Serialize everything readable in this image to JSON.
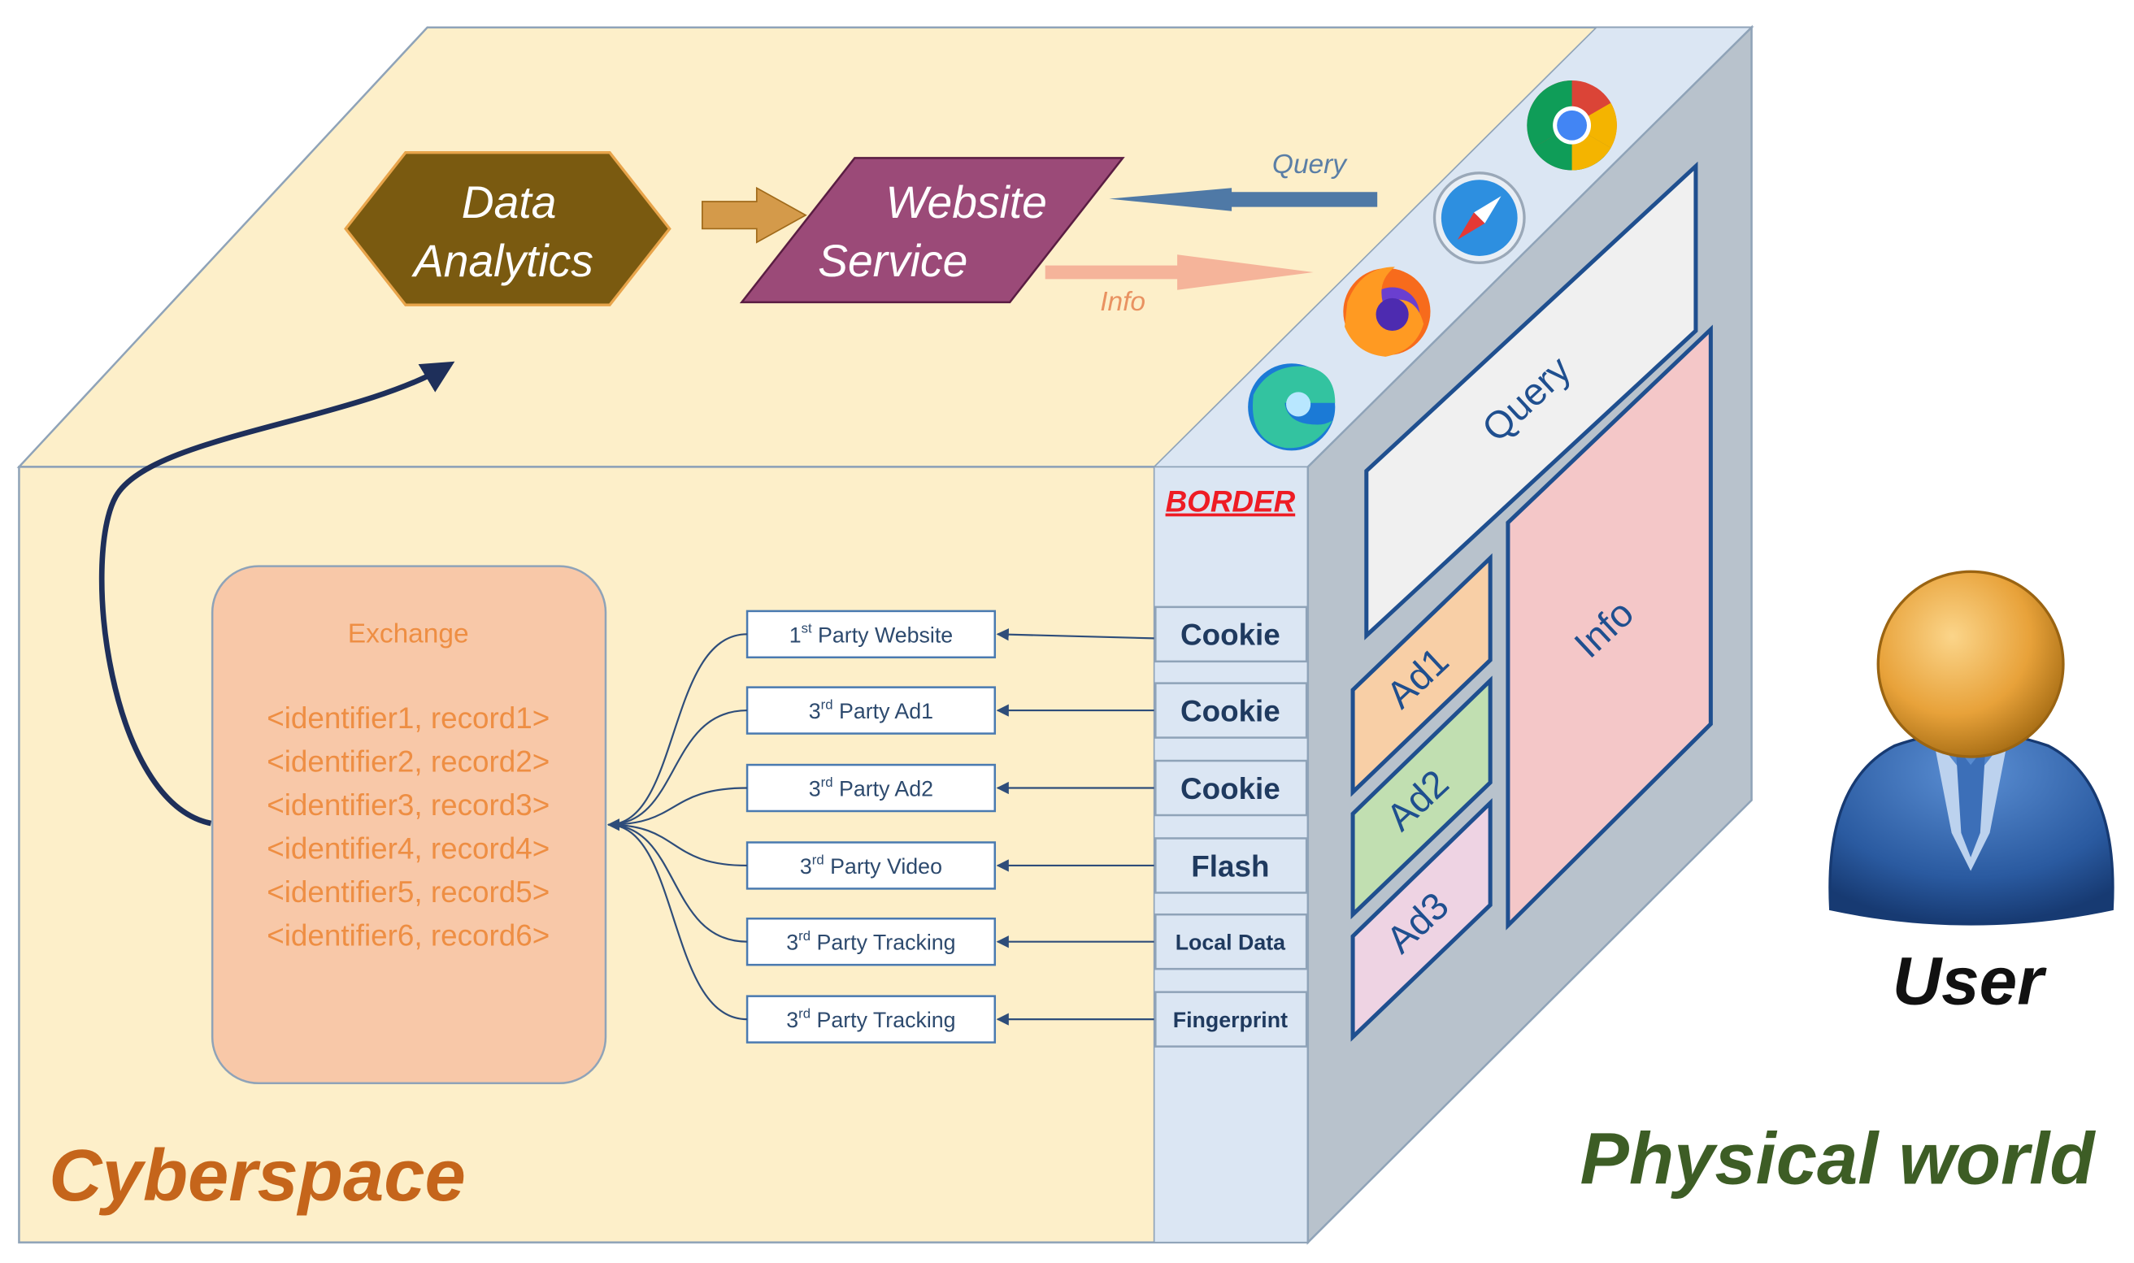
{
  "top_face": {
    "data_analytics": {
      "line1": "Data",
      "line2": "Analytics"
    },
    "website_service": {
      "line1": "Website",
      "line2": "Service"
    },
    "query_arrow_label": "Query",
    "info_arrow_label": "Info"
  },
  "exchange": {
    "title": "Exchange",
    "records": [
      "<identifier1, record1>",
      "<identifier2, record2>",
      "<identifier3, record3>",
      "<identifier4, record4>",
      "<identifier5, record5>",
      "<identifier6, record6>"
    ]
  },
  "parties": [
    {
      "num": "1",
      "sup": "st",
      "rest": " Party Website"
    },
    {
      "num": "3",
      "sup": "rd",
      "rest": " Party Ad1"
    },
    {
      "num": "3",
      "sup": "rd",
      "rest": " Party Ad2"
    },
    {
      "num": "3",
      "sup": "rd",
      "rest": " Party Video"
    },
    {
      "num": "3",
      "sup": "rd",
      "rest": " Party Tracking"
    },
    {
      "num": "3",
      "sup": "rd",
      "rest": " Party Tracking"
    }
  ],
  "border": {
    "title": "BORDER",
    "items": [
      "Cookie",
      "Cookie",
      "Cookie",
      "Flash",
      "Local Data",
      "Fingerprint"
    ]
  },
  "browser_window": {
    "query_label": "Query",
    "info_label": "Info",
    "ads": [
      "Ad1",
      "Ad2",
      "Ad3"
    ],
    "browsers": [
      "chrome-icon",
      "safari-icon",
      "firefox-icon",
      "edge-icon"
    ]
  },
  "labels": {
    "cyberspace": "Cyberspace",
    "physical_world": "Physical world",
    "user": "User"
  },
  "colors": {
    "cube_fill": "#fdefc9",
    "side_fill": "#b8c2cc",
    "border_strip": "#dbe6f3",
    "data_analytics": "#7a5a10",
    "website_service": "#9b4a78",
    "exchange_fill": "#f8c8a8",
    "exchange_text": "#ee8e43",
    "cyberspace": "#c5651b",
    "physical_world": "#3d5d25",
    "border_title": "#ee1c24",
    "query_arrow": "#4f79a6",
    "info_arrow": "#f5b49a",
    "ad1": "#f8cfa6",
    "ad2": "#c1dfb1",
    "ad3": "#eed3e3",
    "info_panel": "#f4c7c8",
    "query_panel": "#f0f0f0"
  }
}
